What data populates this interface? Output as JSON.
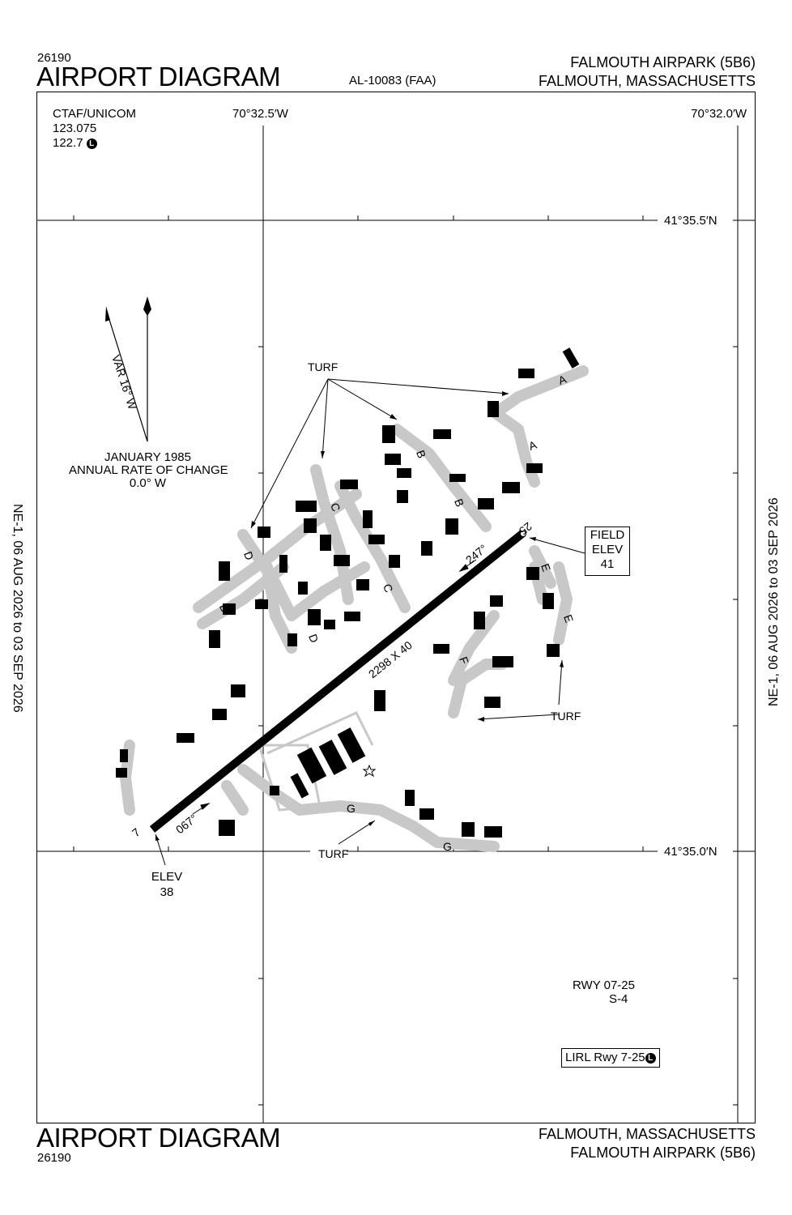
{
  "header": {
    "doc_number": "26190",
    "title": "AIRPORT DIAGRAM",
    "chart_id": "AL-10083 (FAA)",
    "airport_name": "FALMOUTH AIRPARK (5B6)",
    "city_state": "FALMOUTH, MASSACHUSETTS"
  },
  "footer": {
    "title": "AIRPORT DIAGRAM",
    "doc_number": "26190",
    "city_state": "FALMOUTH, MASSACHUSETTS",
    "airport_name": "FALMOUTH AIRPARK (5B6)"
  },
  "side_labels": {
    "left": "NE-1,  06 AUG 2026  to  03 SEP 2026",
    "right": "NE-1,  06 AUG 2026  to  03 SEP 2026"
  },
  "frequencies": {
    "label": "CTAF/UNICOM",
    "freq1": "123.075",
    "freq2": "122.7",
    "lighting_symbol": "L"
  },
  "coordinates": {
    "lon_west": "70°32.5′W",
    "lon_east": "70°32.0′W",
    "lat_north": "41°35.5′N",
    "lat_south": "41°35.0′N"
  },
  "magnetic": {
    "variation": "VAR 16° W",
    "date": "JANUARY 1985",
    "rate_label": "ANNUAL RATE OF CHANGE",
    "rate_value": "0.0° W"
  },
  "runway": {
    "dimensions": "2298 X 40",
    "heading_ne": "247°",
    "heading_sw": "067°",
    "end_ne": "25",
    "end_sw": "7"
  },
  "field_elev": {
    "line1": "FIELD",
    "line2": "ELEV",
    "value": "41"
  },
  "threshold_elev": {
    "label": "ELEV",
    "value": "38"
  },
  "labels": {
    "turf": "TURF",
    "taxiways": [
      "A",
      "A",
      "B",
      "B",
      "C",
      "C",
      "D",
      "D",
      "D",
      "E",
      "E",
      "F",
      "G",
      "G"
    ]
  },
  "runway_strength": {
    "runway": "RWY 07-25",
    "strength": "S-4"
  },
  "lighting": {
    "text": "LIRL Rwy 7-25",
    "symbol": "L"
  }
}
